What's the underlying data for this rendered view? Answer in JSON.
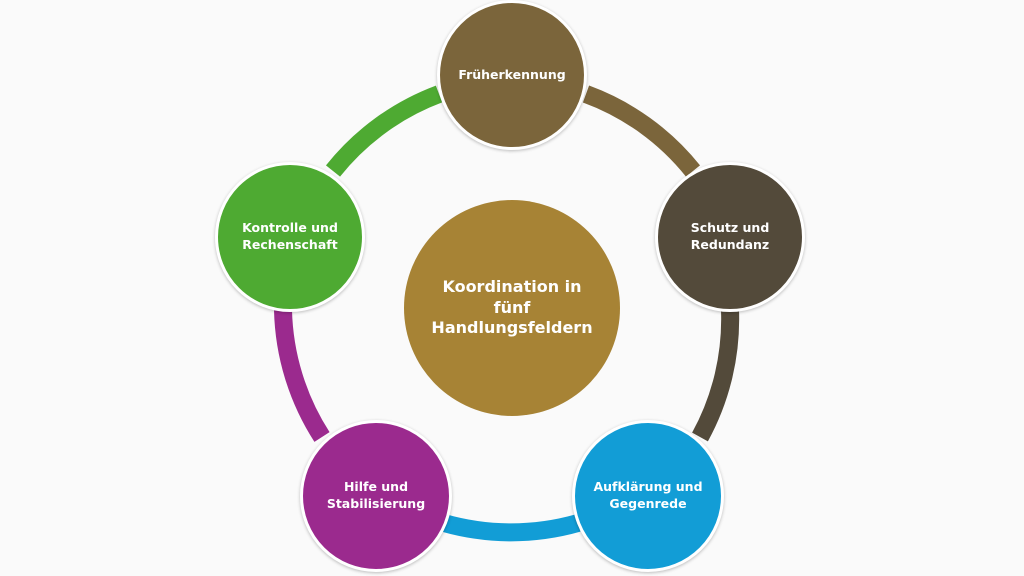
{
  "diagram": {
    "center": {
      "label_lines": [
        "Koordination in",
        "fünf",
        "Handlungsfeldern"
      ],
      "color": "#a78335"
    },
    "nodes": [
      {
        "id": "frueherkennung",
        "label_lines": [
          "Früherkennung"
        ],
        "color": "#7b653b",
        "arc_color": "#7b653b"
      },
      {
        "id": "schutz",
        "label_lines": [
          "Schutz und",
          "Redundanz"
        ],
        "color": "#534a3a",
        "arc_color": "#534a3a"
      },
      {
        "id": "aufklaerung",
        "label_lines": [
          "Aufklärung und",
          "Gegenrede"
        ],
        "color": "#129dd6",
        "arc_color": "#129dd6"
      },
      {
        "id": "hilfe",
        "label_lines": [
          "Hilfe und",
          "Stabilisierung"
        ],
        "color": "#9b2a8e",
        "arc_color": "#9b2a8e"
      },
      {
        "id": "kontrolle",
        "label_lines": [
          "Kontrolle und",
          "Rechenschaft"
        ],
        "color": "#4eaa32",
        "arc_color": "#4eaa32"
      }
    ]
  }
}
